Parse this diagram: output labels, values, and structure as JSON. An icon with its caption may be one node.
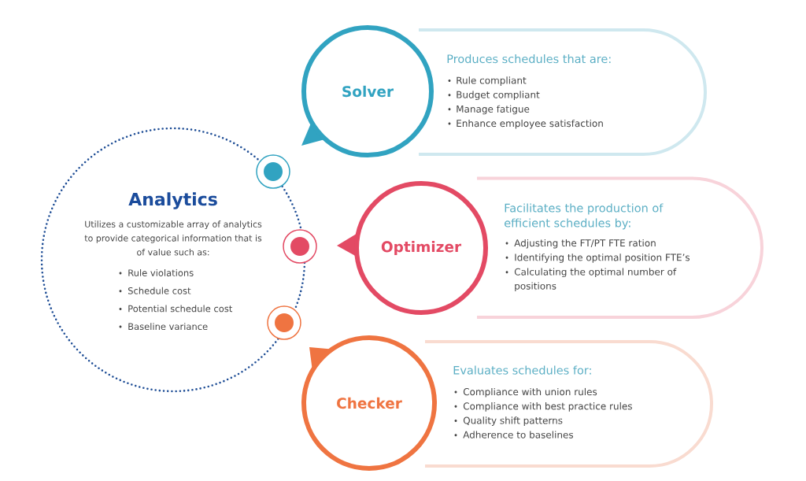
{
  "diagram": {
    "nodes": [
      {
        "text": [
          "Analytics",
          "Utilizes a customizable array of analytics to provide categorical information that is of value such as:",
          "Rule violations",
          "Schedule cost",
          "Potential schedule cost",
          "Baseline variance"
        ]
      },
      {
        "text": [
          "Solver"
        ]
      },
      {
        "text": [
          "Produces schedules that are:",
          "Rule compliant",
          "Budget compliant",
          "Manage fatigue",
          "Enhance employee satisfaction"
        ]
      },
      {
        "text": [
          "Optimizer"
        ]
      },
      {
        "text": [
          "Facilitates the production of efficient schedules by:",
          "Adjusting the FT/PT FTE ration",
          "Identifying the optimal position FTE’s",
          "Calculating the optimal number of positions"
        ]
      },
      {
        "text": [
          "Checker"
        ]
      },
      {
        "text": [
          "Evaluates schedules for:",
          "Compliance with union rules",
          "Compliance with best practice rules",
          "Quality shift patterns",
          "Adherence to baselines"
        ]
      }
    ]
  }
}
